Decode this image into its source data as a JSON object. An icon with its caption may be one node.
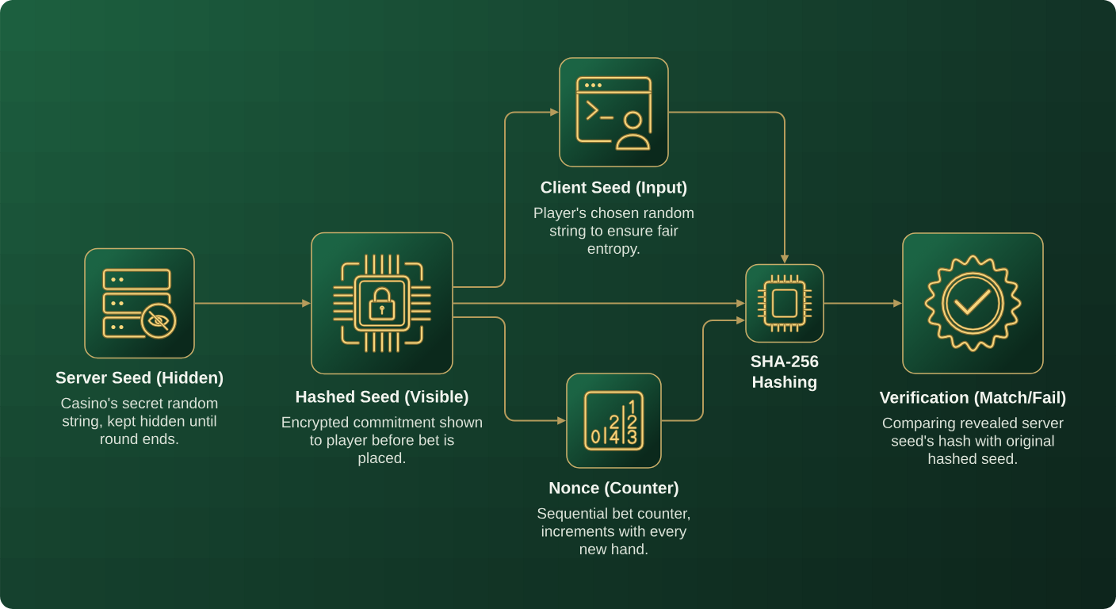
{
  "diagram": {
    "nodes": [
      {
        "text": [
          "Server Seed (Hidden)",
          "Casino's secret random string, kept hidden until round ends."
        ]
      },
      {
        "text": [
          "Hashed Seed (Visible)",
          "Encrypted commitment shown to player before bet is placed."
        ]
      },
      {
        "text": [
          "Client Seed (Input)",
          "Player's chosen random string to ensure fair entropy."
        ]
      },
      {
        "text": [
          "Nonce (Counter)",
          "Sequential bet counter, increments with every new hand."
        ]
      },
      {
        "text": [
          "SHA-256 Hashing"
        ]
      },
      {
        "text": [
          "Verification (Match/Fail)",
          "Comparing revealed server seed's hash with original hashed seed."
        ]
      }
    ],
    "edges": [
      {
        "from": 0,
        "to": 1,
        "arrow": "to"
      },
      {
        "from": 1,
        "to": 2,
        "arrow": "to"
      },
      {
        "from": 1,
        "to": 4,
        "arrow": "to"
      },
      {
        "from": 1,
        "to": 3,
        "arrow": "to"
      },
      {
        "from": 2,
        "to": 4,
        "arrow": "to"
      },
      {
        "from": 3,
        "to": 4,
        "arrow": "to"
      },
      {
        "from": 4,
        "to": 5,
        "arrow": "to"
      }
    ]
  }
}
